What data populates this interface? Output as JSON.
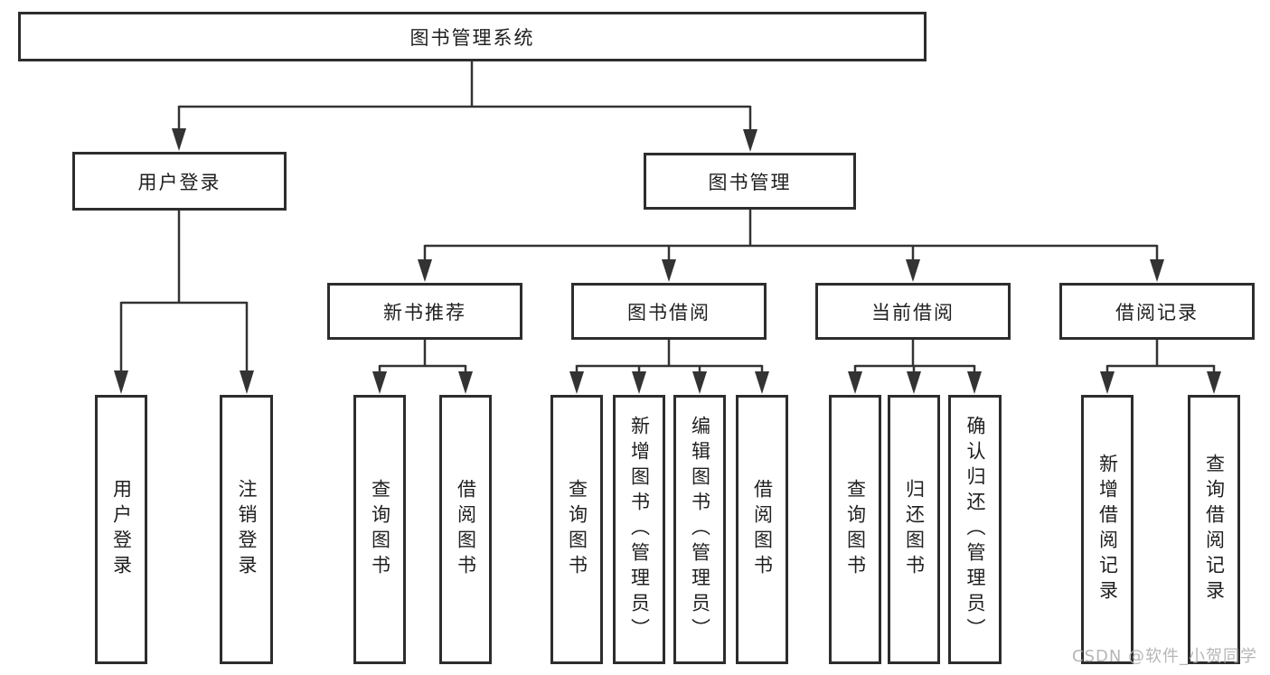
{
  "title": "图书管理系统",
  "level2": [
    {
      "label": "用户登录"
    },
    {
      "label": "图书管理"
    }
  ],
  "level3": [
    {
      "label": "新书推荐"
    },
    {
      "label": "图书借阅"
    },
    {
      "label": "当前借阅"
    },
    {
      "label": "借阅记录"
    }
  ],
  "leaves": [
    {
      "label": "用户登录"
    },
    {
      "label": "注销登录"
    },
    {
      "label": "查询图书"
    },
    {
      "label": "借阅图书"
    },
    {
      "label": "查询图书"
    },
    {
      "label": "新增图书（管理员）"
    },
    {
      "label": "编辑图书（管理员）"
    },
    {
      "label": "借阅图书"
    },
    {
      "label": "查询图书"
    },
    {
      "label": "归还图书"
    },
    {
      "label": "确认归还（管理员）"
    },
    {
      "label": "新增借阅记录"
    },
    {
      "label": "查询借阅记录"
    }
  ],
  "watermark": "CSDN @软件_小贺同学",
  "colors": {
    "line": "#333333",
    "border": "#2d2d2d",
    "text": "#1f1f1f",
    "watermark": "#b3b3b3"
  }
}
